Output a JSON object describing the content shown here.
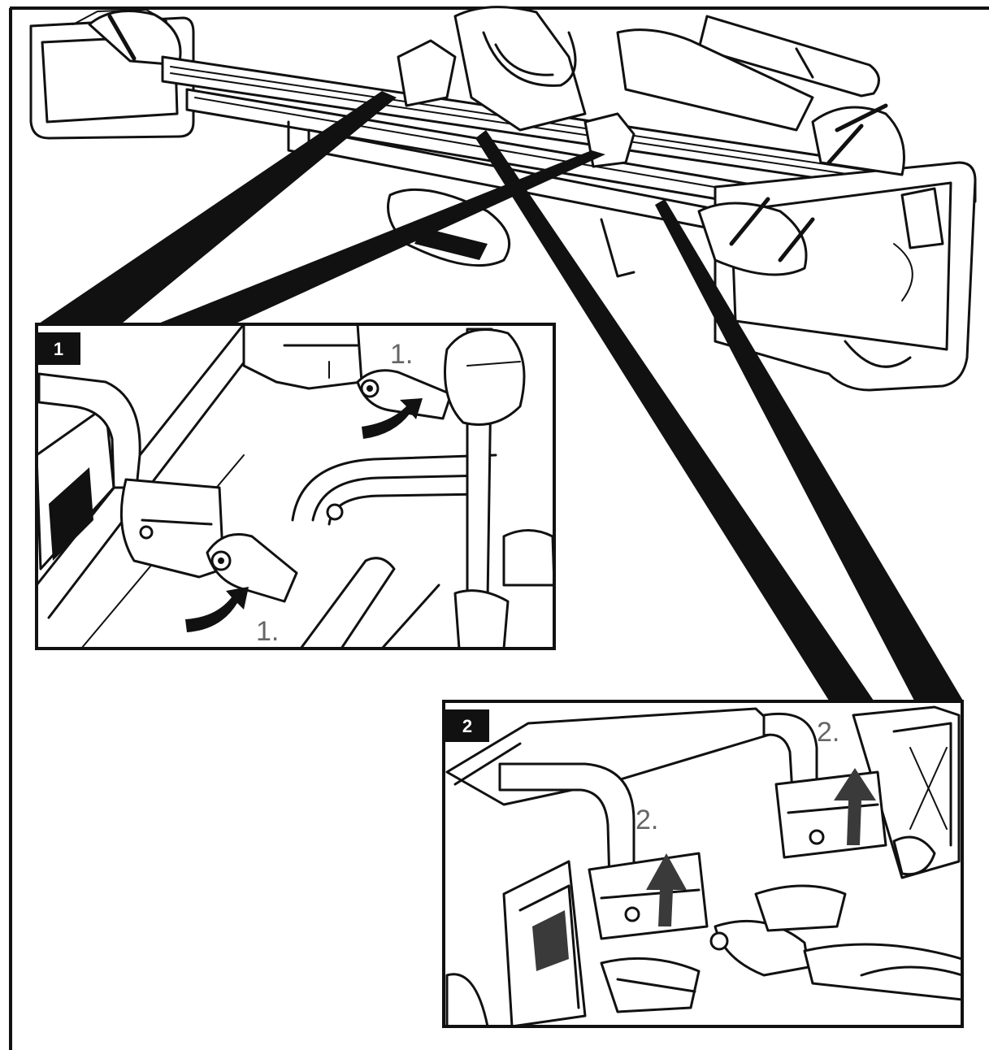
{
  "panels": [
    {
      "badge": "1",
      "step_labels": [
        "1.",
        "1."
      ]
    },
    {
      "badge": "2",
      "step_labels": [
        "2.",
        "2."
      ]
    }
  ],
  "colors": {
    "ink": "#111111",
    "badge_background": "#111111",
    "step_label": "#666666",
    "background": "#ffffff"
  },
  "icons": [
    "curved-rotate-arrow-icon",
    "up-arrow-icon"
  ]
}
